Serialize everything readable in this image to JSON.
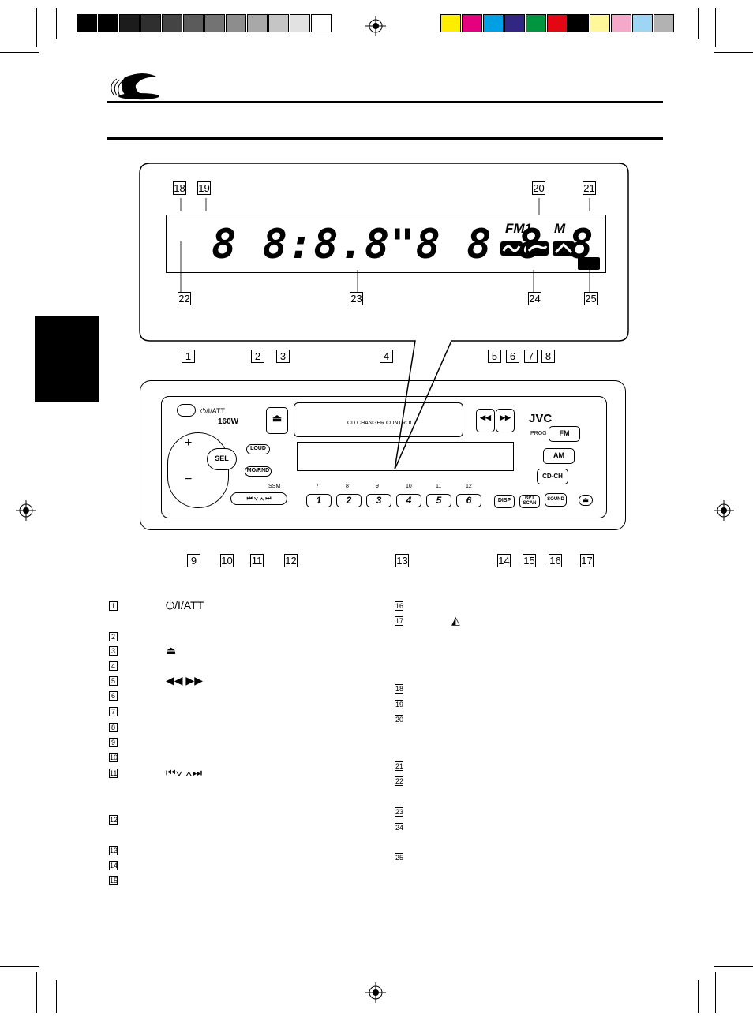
{
  "color_bar_left": [
    "#000000",
    "#000000",
    "#1c1c1c",
    "#2f2f2f",
    "#444444",
    "#5b5b5b",
    "#737373",
    "#8d8d8d",
    "#a8a8a8",
    "#c5c5c5",
    "#e2e2e2",
    "#ffffff"
  ],
  "color_bar_right": [
    "#ffed00",
    "#e5007e",
    "#009fe3",
    "#312783",
    "#009640",
    "#e30613",
    "#000000",
    "#fff799",
    "#f5a9c8",
    "#9dd5f2",
    "#b2b2b2"
  ],
  "display": {
    "callouts_top": [
      "18",
      "19",
      "20",
      "21"
    ],
    "callouts_bottom": [
      "22",
      "23",
      "24",
      "25"
    ],
    "segments": "8 8:8.8\"8 8 8 8",
    "fm_band": "FM1",
    "mode_m": "M"
  },
  "unit": {
    "callouts_top": [
      "1",
      "2",
      "3",
      "4",
      "5",
      "6",
      "7",
      "8"
    ],
    "callouts_bottom": [
      "9",
      "10",
      "11",
      "12",
      "13",
      "14",
      "15",
      "16",
      "17"
    ],
    "power_label": "⏻/I/ATT",
    "wattage": "160W",
    "brand": "JVC",
    "cd_changer": "CD CHANGER CONTROL",
    "sel_label": "SEL",
    "loud_label": "LOUD",
    "mo_rnd_label": "MO/RND",
    "ssm_label": "SSM",
    "prog_label": "PROG",
    "fm_label": "FM",
    "am_label": "AM",
    "cdch_label": "CD-CH",
    "disp_label": "DISP",
    "rpt_label": "RPT",
    "scan_label": "SCAN",
    "sound_label": "SOUND",
    "plus": "+",
    "minus": "−",
    "presets": [
      "1",
      "2",
      "3",
      "4",
      "5",
      "6"
    ],
    "preset_upper": [
      "7",
      "8",
      "9",
      "10",
      "11",
      "12"
    ]
  },
  "legend_left": [
    {
      "num": "1",
      "symbol": "⏻/I/ATT"
    },
    {
      "num": "2",
      "symbol": ""
    },
    {
      "num": "3",
      "symbol": "⏏"
    },
    {
      "num": "4",
      "symbol": ""
    },
    {
      "num": "5",
      "symbol": "◀◀  ▶▶"
    },
    {
      "num": "6",
      "symbol": ""
    },
    {
      "num": "7",
      "symbol": ""
    },
    {
      "num": "8",
      "symbol": ""
    },
    {
      "num": "9",
      "symbol": ""
    },
    {
      "num": "10",
      "symbol": ""
    },
    {
      "num": "11",
      "symbol": "⏮∨  ∧⏭"
    },
    {
      "num": "12",
      "symbol": ""
    },
    {
      "num": "13",
      "symbol": ""
    },
    {
      "num": "14",
      "symbol": ""
    },
    {
      "num": "15",
      "symbol": ""
    }
  ],
  "legend_right": [
    {
      "num": "16",
      "symbol": ""
    },
    {
      "num": "17",
      "symbol": "◭"
    },
    {
      "num": "18",
      "symbol": ""
    },
    {
      "num": "19",
      "symbol": ""
    },
    {
      "num": "20",
      "symbol": ""
    },
    {
      "num": "21",
      "symbol": ""
    },
    {
      "num": "22",
      "symbol": ""
    },
    {
      "num": "23",
      "symbol": ""
    },
    {
      "num": "24",
      "symbol": ""
    },
    {
      "num": "25",
      "symbol": ""
    }
  ]
}
